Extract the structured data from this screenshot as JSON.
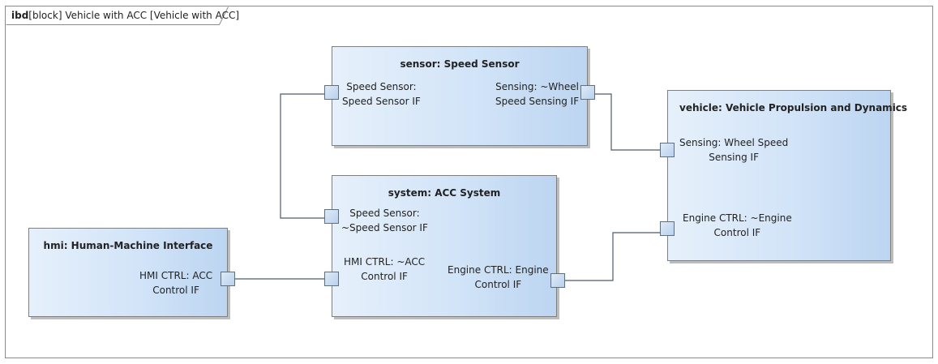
{
  "diagram": {
    "frame": {
      "kind": "ibd",
      "text": "[block] Vehicle with ACC [Vehicle with ACC]"
    },
    "blocks": {
      "sensor": {
        "title": "sensor: Speed Sensor",
        "ports": {
          "speed_sensor": {
            "line1": "Speed Sensor:",
            "line2": "Speed Sensor IF"
          },
          "sensing": {
            "line1": "Sensing: ~Wheel",
            "line2": "Speed Sensing IF"
          }
        }
      },
      "system": {
        "title": "system: ACC System",
        "ports": {
          "speed_sensor": {
            "line1": "Speed Sensor:",
            "line2": "~Speed Sensor IF"
          },
          "hmi_ctrl": {
            "line1": "HMI CTRL: ~ACC",
            "line2": "Control IF"
          },
          "engine_ctrl": {
            "line1": "Engine CTRL: Engine",
            "line2": "Control IF"
          }
        }
      },
      "vehicle": {
        "title": "vehicle: Vehicle Propulsion and Dynamics",
        "ports": {
          "sensing": {
            "line1": "Sensing: Wheel Speed",
            "line2": "Sensing IF"
          },
          "engine_ctrl": {
            "line1": "Engine CTRL: ~Engine",
            "line2": "Control IF"
          }
        }
      },
      "hmi": {
        "title": "hmi: Human-Machine Interface",
        "ports": {
          "hmi_ctrl": {
            "line1": "HMI CTRL: ACC",
            "line2": "Control IF"
          }
        }
      }
    },
    "colors": {
      "block_fill_light": "#e6f0fb",
      "block_fill_dark": "#bcd5f1",
      "connector": "#4d5a6a"
    }
  }
}
